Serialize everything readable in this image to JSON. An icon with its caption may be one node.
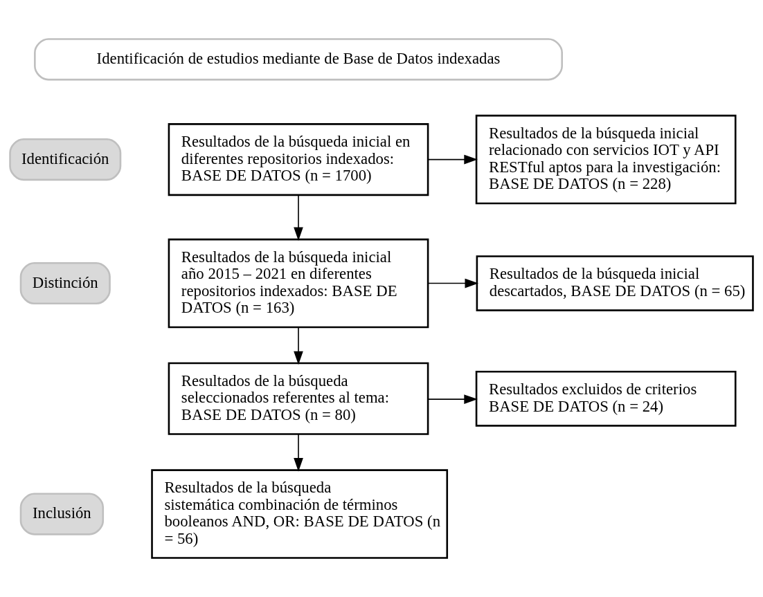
{
  "diagram": {
    "nodes": [
      {
        "text": [
          "Identificación de estudios mediante de Base de Datos indexadas"
        ]
      },
      {
        "text": [
          "Identificación"
        ]
      },
      {
        "text": [
          "Distinción"
        ]
      },
      {
        "text": [
          "Inclusión"
        ]
      },
      {
        "text": [
          "Resultados de la búsqueda inicial en diferentes repositorios indexados: BASE DE DATOS (n = 1700)"
        ]
      },
      {
        "text": [
          "Resultados de la búsqueda inicial relacionado con servicios IOT y API RESTful aptos para la investigación: BASE DE DATOS (n = 228)"
        ]
      },
      {
        "text": [
          "Resultados de la búsqueda inicial año 2015 – 2021 en diferentes repositorios indexados: BASE DE DATOS (n = 163)"
        ]
      },
      {
        "text": [
          "Resultados de la búsqueda inicial descartados, BASE DE DATOS (n = 65)"
        ]
      },
      {
        "text": [
          "Resultados de la búsqueda seleccionados referentes al tema: BASE DE DATOS (n = 80)"
        ]
      },
      {
        "text": [
          "Resultados excluidos de criterios BASE DE DATOS (n = 24)"
        ]
      },
      {
        "text": [
          "Resultados de la búsqueda sistemática combinación de términos booleanos AND, OR: BASE DE DATOS (n = 56)"
        ]
      }
    ],
    "edges": [
      {
        "from": 4,
        "to": 5,
        "arrow": "to"
      },
      {
        "from": 4,
        "to": 6,
        "arrow": "to"
      },
      {
        "from": 6,
        "to": 7,
        "arrow": "to"
      },
      {
        "from": 6,
        "to": 8,
        "arrow": "to"
      },
      {
        "from": 8,
        "to": 9,
        "arrow": "to"
      },
      {
        "from": 8,
        "to": 10,
        "arrow": "to"
      }
    ]
  }
}
